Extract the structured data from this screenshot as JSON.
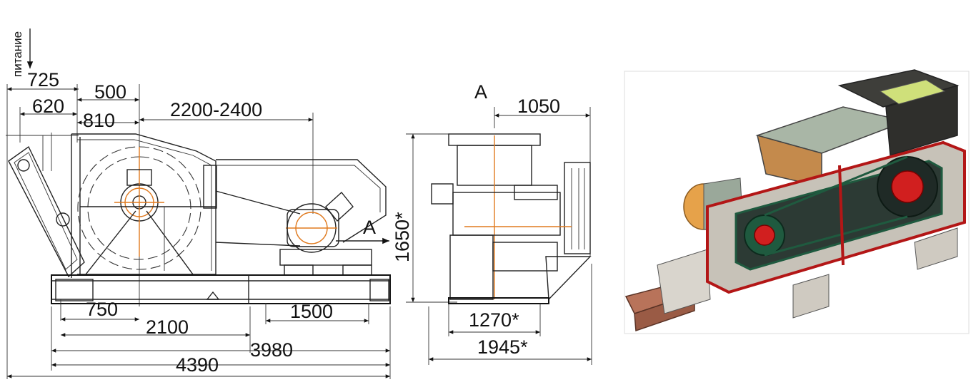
{
  "labels": {
    "feed": "питание",
    "view_a_marker": "A",
    "view_a_title": "A"
  },
  "dimensions": {
    "d725": "725",
    "d620": "620",
    "d500": "500",
    "d810": "810",
    "d2200_2400": "2200-2400",
    "d750": "750",
    "d2100": "2100",
    "d1500": "1500",
    "d3980": "3980",
    "d4390": "4390",
    "d1050": "1050",
    "d1650": "1650*",
    "d1270": "1270*",
    "d1945": "1945*"
  },
  "colors": {
    "drawing_lines": "#222222",
    "centerlines": "#e07a1f",
    "render_frame": "#c7c2b8",
    "render_red": "#d11f1f",
    "render_green": "#1f5a3f",
    "render_motor": "#e6a24a",
    "render_hopper": "#c48a4c"
  }
}
